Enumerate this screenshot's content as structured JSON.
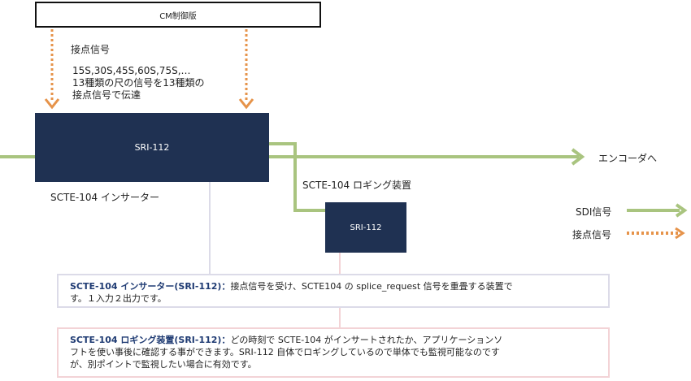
{
  "cm_board": {
    "label": "CM制御版"
  },
  "contact_signal": {
    "title": "接点信号",
    "line1": "15S,30S,45S,60S,75S,…",
    "line2": "13種類の尺の信号を13種類の",
    "line3": "接点信号で伝達"
  },
  "inserter": {
    "label": "SRI-112",
    "caption": "SCTE-104 インサーター"
  },
  "logger": {
    "label": "SRI-112",
    "caption": "SCTE-104 ロギング装置"
  },
  "output": {
    "label": "エンコーダへ"
  },
  "legend": {
    "sdi": "SDI信号",
    "contact": "接点信号"
  },
  "notes": {
    "inserter_title": "SCTE-104 インサーター(SRI-112)：",
    "inserter_line1": "接点信号を受け、SCTE104 の splice_request 信号を重畳する装置で",
    "inserter_line2": "す。１入力２出力です。",
    "logger_title": "SCTE-104 ロギング装置(SRI-112)：",
    "logger_line1": "どの時刻で SCTE-104 がインサートされたか、アプリケーションソ",
    "logger_line2": "フトを使い事後に確認する事ができます。SRI-112 自体でロギングしているので単体でも監視可能なのです",
    "logger_line3": "が、別ポイントで監視したい場合に有効です。"
  },
  "colors": {
    "sdi": "#a9c47f",
    "contact": "#e6934a",
    "device": "#1f3152",
    "connector_lavender": "#dcdbe8",
    "connector_pink": "#f3d3d6"
  }
}
